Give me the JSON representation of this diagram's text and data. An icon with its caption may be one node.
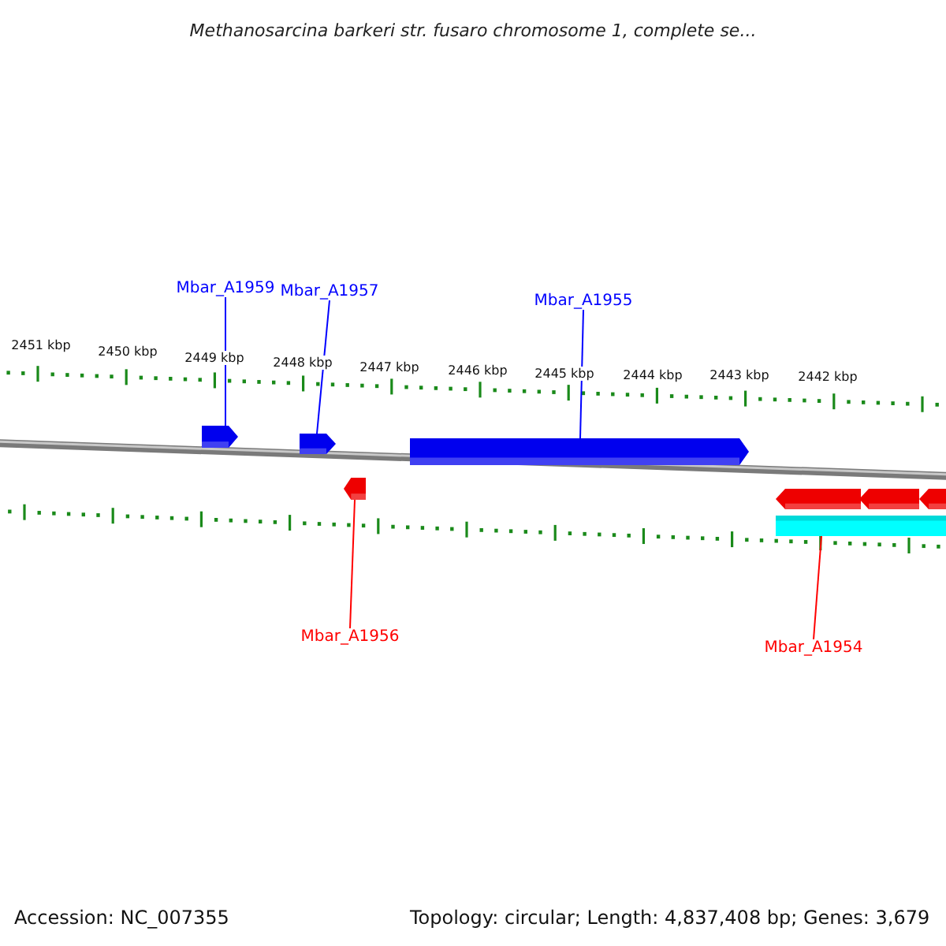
{
  "diagram": {
    "title": "Methanosarcina barkeri str. fusaro chromosome 1, complete se...",
    "nodes": [
      {
        "text": [
          "Mbar_A1959"
        ]
      },
      {
        "text": [
          "Mbar_A1957"
        ]
      },
      {
        "text": [
          "Mbar_A1955"
        ]
      },
      {
        "text": [
          "Mbar_A1956"
        ]
      },
      {
        "text": [
          "Mbar_A1954"
        ]
      },
      {
        "text": [],
        "shape": "arrow"
      },
      {
        "text": [],
        "shape": "arrow"
      },
      {
        "text": [],
        "shape": "arrow"
      },
      {
        "text": [],
        "shape": "arrow"
      },
      {
        "text": [],
        "shape": "arrow"
      },
      {
        "text": [],
        "shape": "arrow"
      },
      {
        "text": [],
        "shape": "arrow"
      },
      {
        "text": [],
        "shape": "bar"
      }
    ],
    "edges": [
      {
        "from": 0,
        "to": 5,
        "arrow": "none"
      },
      {
        "from": 1,
        "to": 6,
        "arrow": "none"
      },
      {
        "from": 2,
        "to": 7,
        "arrow": "none"
      },
      {
        "from": 3,
        "to": 8,
        "arrow": "none",
        "color": "#ff0000"
      },
      {
        "from": 4,
        "to": 12,
        "arrow": "none",
        "color": "#ff0000"
      }
    ],
    "labels": [
      "2451 kbp",
      "2450 kbp",
      "2449 kbp",
      "2448 kbp",
      "2447 kbp",
      "2446 kbp",
      "2445 kbp",
      "2444 kbp",
      "2443 kbp",
      "2442 kbp",
      "Accession: NC_007355",
      "Topology: circular; Length: 4,837,408 bp; Genes: 3,679"
    ]
  }
}
